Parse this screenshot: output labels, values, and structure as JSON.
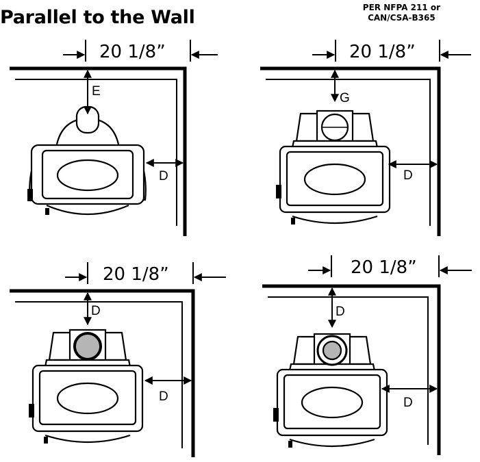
{
  "header": {
    "title": "Parallel to the Wall",
    "standard_line1": "PER NFPA 211 or",
    "standard_line2": "CAN/CSA-B365"
  },
  "panels": [
    {
      "width_label": "20  1/8”",
      "back_label": "E",
      "side_label": "D",
      "unit_style": "classic"
    },
    {
      "width_label": "20  1/8”",
      "back_label": "G",
      "side_label": "D",
      "unit_style": "flush"
    },
    {
      "width_label": "20  1/8”",
      "back_label": "D",
      "side_label": "D",
      "unit_style": "flush-grey-flue"
    },
    {
      "width_label": "20  1/8”",
      "back_label": "D",
      "side_label": "D",
      "unit_style": "flush-double-flue"
    }
  ],
  "colors": {
    "line": "#000000",
    "flue_fill": "#b5b5b5",
    "unit_fill": "#ffffff"
  }
}
